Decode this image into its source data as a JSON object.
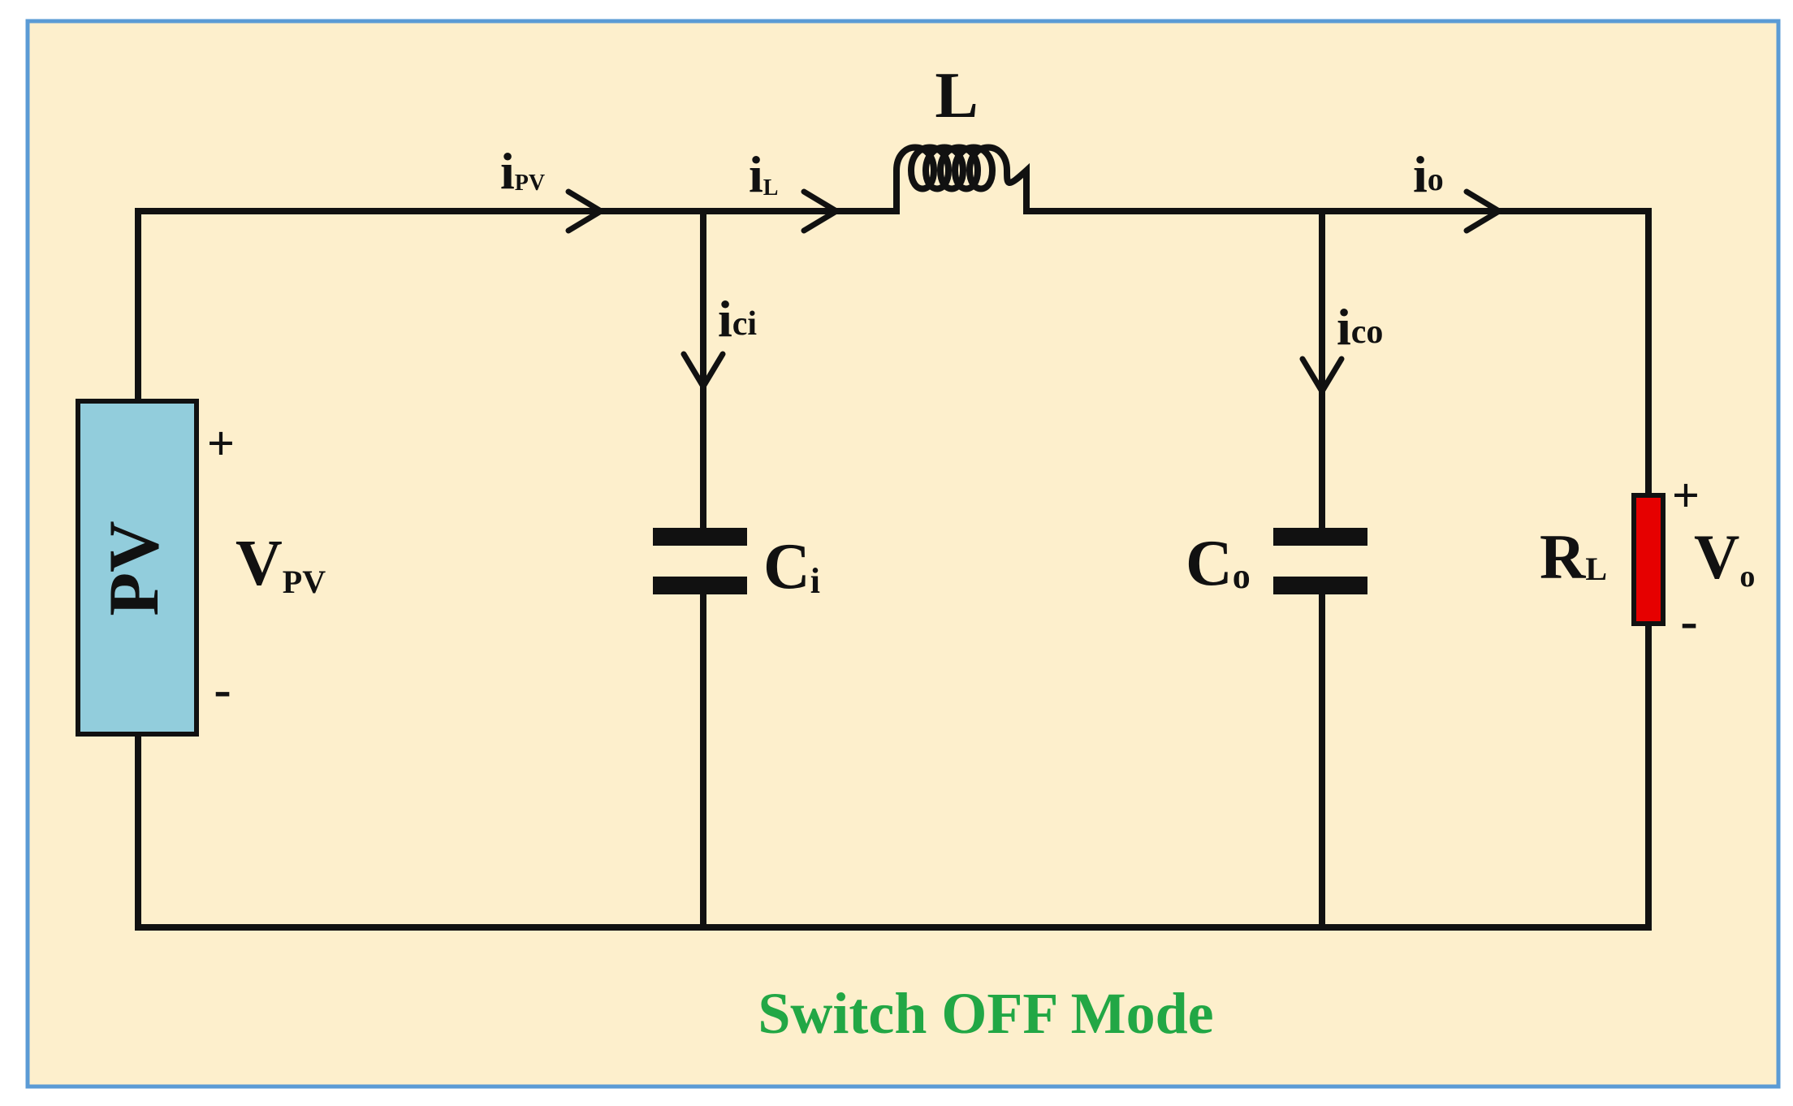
{
  "colors": {
    "background": "#fdefcc",
    "frame": "#5b9bd5",
    "pv_fill": "#92cddc",
    "resistor_fill": "#e60000",
    "caption": "#22a745",
    "ink": "#111111"
  },
  "labels": {
    "pv_source": "PV",
    "pv_plus": "+",
    "pv_minus": "-",
    "v_pv_main": "V",
    "v_pv_sub": "PV",
    "i_pv_main": "i",
    "i_pv_sub": "PV",
    "i_l_main": "i",
    "i_l_sub": "L",
    "inductor": "L",
    "i_o_main": "i",
    "i_o_sub": "o",
    "i_ci_main": "i",
    "i_ci_sub": "ci",
    "i_co_main": "i",
    "i_co_sub": "co",
    "c_i_main": "C",
    "c_i_sub": "i",
    "c_o_main": "C",
    "c_o_sub": "o",
    "r_l_main": "R",
    "r_l_sub": "L",
    "v_o_main": "V",
    "v_o_sub": "o",
    "v_o_plus": "+",
    "v_o_minus": "-"
  },
  "caption": "Switch OFF Mode"
}
